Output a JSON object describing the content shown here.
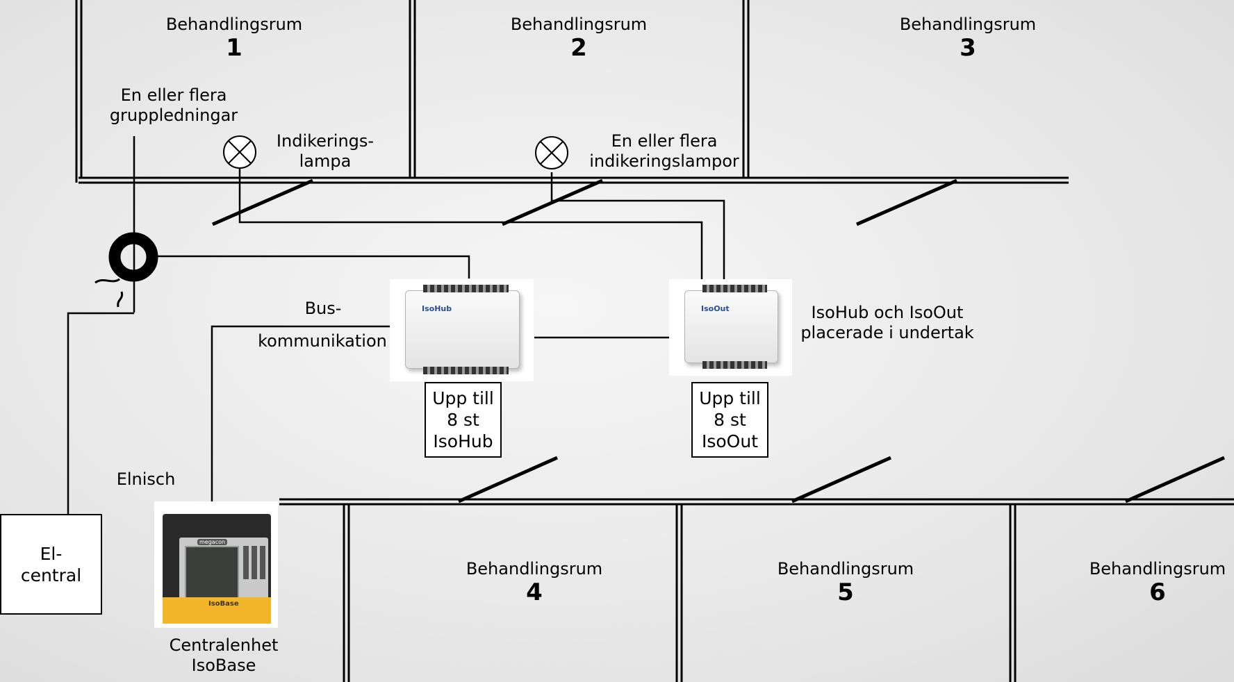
{
  "rooms": [
    {
      "title": "Behandlingsrum",
      "number": "1"
    },
    {
      "title": "Behandlingsrum",
      "number": "2"
    },
    {
      "title": "Behandlingsrum",
      "number": "3"
    },
    {
      "title": "Behandlingsrum",
      "number": "4"
    },
    {
      "title": "Behandlingsrum",
      "number": "5"
    },
    {
      "title": "Behandlingsrum",
      "number": "6"
    }
  ],
  "labels": {
    "group_cables": "En eller flera\ngruppledningar",
    "indicator_lamp": "Indikerings-\nlampa",
    "indicator_lamps": "En eller flera\nindikeringslampor",
    "bus_1": "Bus-",
    "bus_2": "kommunikation",
    "isohub_isoout": "IsoHub och IsoOut\nplacerade i undertak",
    "elnisch": "Elnisch",
    "central_unit": "Centralenhet\nIsoBase"
  },
  "boxes": {
    "el_central": "El-\ncentral",
    "isohub_count": "Upp till\n8 st\nIsoHub",
    "isoout_count": "Upp till\n8 st\nIsoOut"
  },
  "devices": {
    "isohub_name": "IsoHub",
    "isoout_name": "IsoOut",
    "isobase_brand": "megacon",
    "isobase_model": "IsoBase"
  }
}
